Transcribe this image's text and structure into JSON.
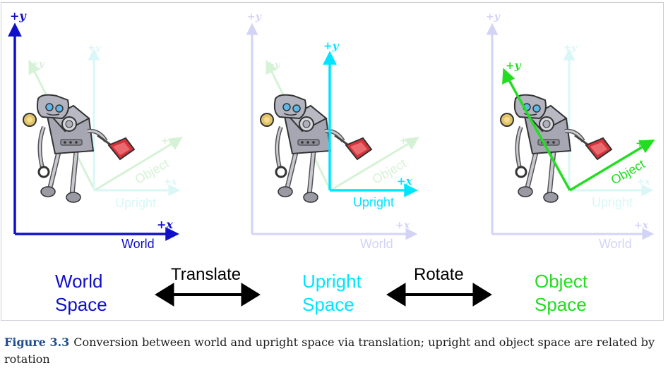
{
  "panels": [
    {
      "id": "world",
      "world_axes": {
        "x_label": "+x",
        "y_label": "+y",
        "name": "World"
      },
      "upright_axes": {
        "x_label": "+x",
        "y_label": "+y",
        "name": "Upright"
      },
      "object_axes": {
        "x_label": "+x",
        "y_label": "+y",
        "name": "Object"
      },
      "caption_label": [
        "World",
        "Space"
      ]
    },
    {
      "id": "upright",
      "world_axes": {
        "x_label": "+x",
        "y_label": "+y",
        "name": "World"
      },
      "upright_axes": {
        "x_label": "+x",
        "y_label": "+y",
        "name": "Upright"
      },
      "object_axes": {
        "x_label": "+x",
        "y_label": "+y",
        "name": "Object"
      },
      "caption_label": [
        "Upright",
        "Space"
      ]
    },
    {
      "id": "object",
      "world_axes": {
        "x_label": "+x",
        "y_label": "+y",
        "name": "World"
      },
      "upright_axes": {
        "x_label": "+x",
        "y_label": "+y",
        "name": "Upright"
      },
      "object_axes": {
        "x_label": "+x",
        "y_label": "+y",
        "name": "Object"
      },
      "caption_label": [
        "Object",
        "Space"
      ]
    }
  ],
  "transforms": {
    "translate": "Translate",
    "rotate": "Rotate"
  },
  "caption": {
    "figure_number": "Figure 3.3",
    "text": "Conversion between world and upright space via translation; upright and object space are related by rotation"
  },
  "colors": {
    "world": "#1010c8",
    "upright": "#00e5ff",
    "object": "#22dd22",
    "world_faded": "#d3d3f6",
    "upright_faded": "#d9f7f7",
    "object_faded": "#d6f2d6",
    "caption_blue": "#1f4c8f"
  }
}
